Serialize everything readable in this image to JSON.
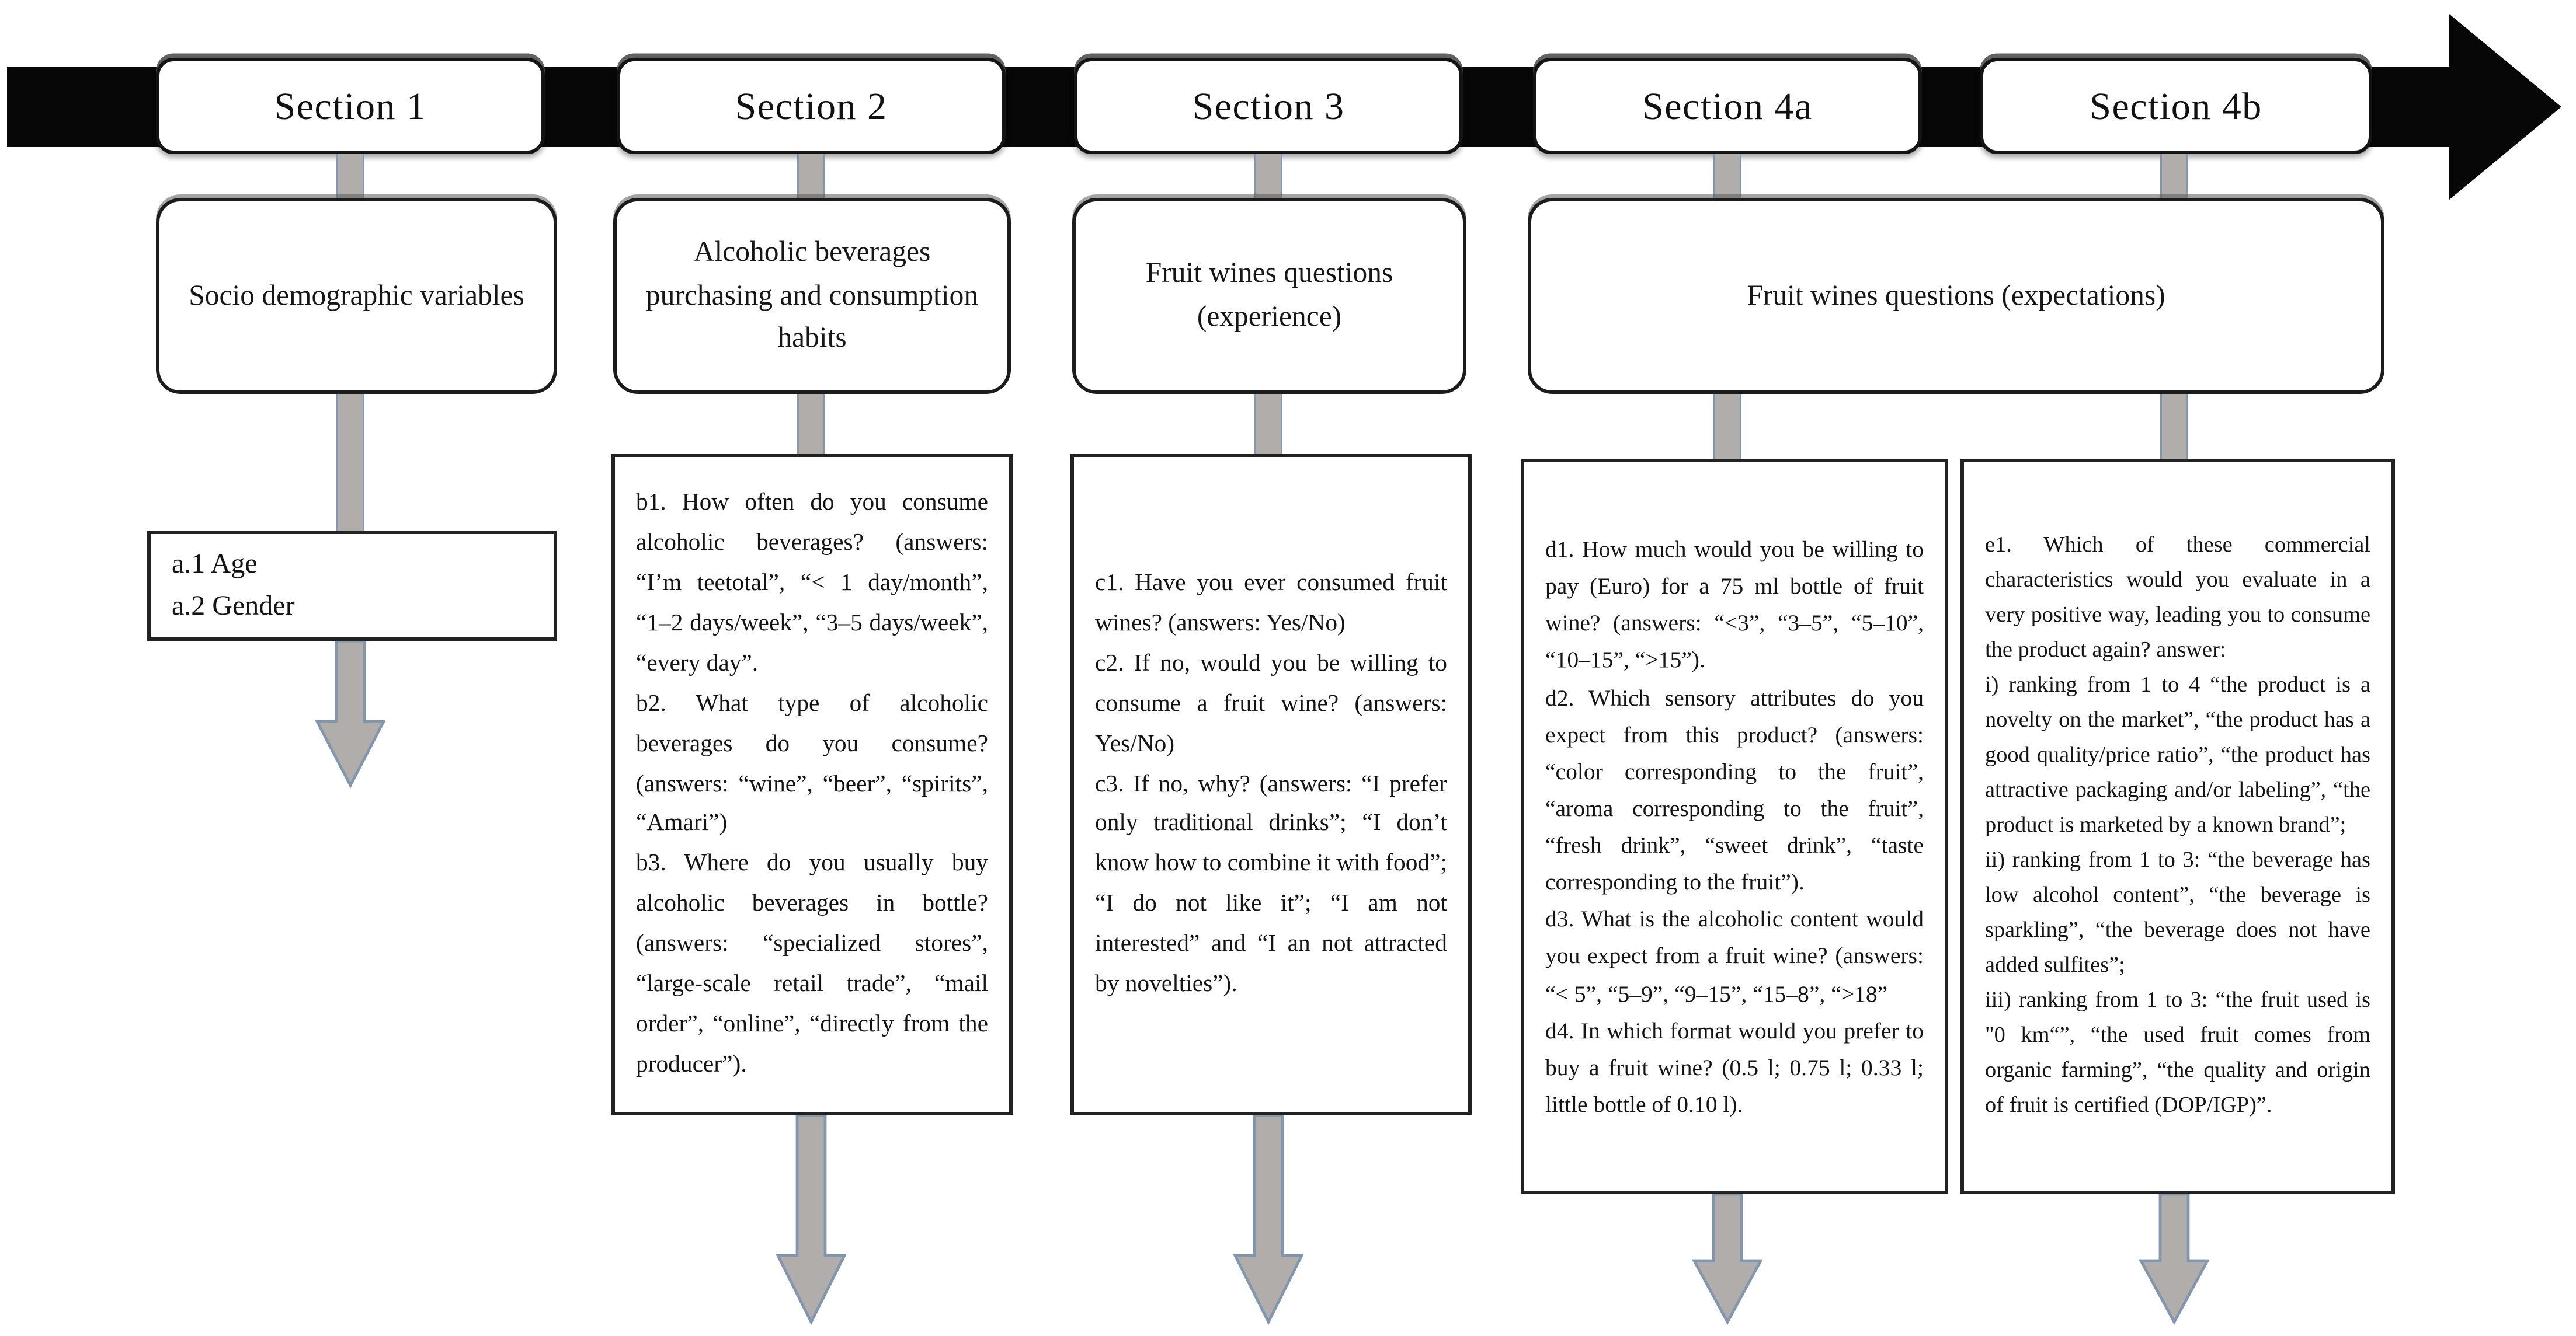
{
  "figure": {
    "type": "questionnaire-flow-diagram",
    "colors": {
      "timeline": "#070707",
      "connector_fill": "#b1adaa",
      "connector_stroke": "#8296ae",
      "box_border": "#1c1c1c",
      "background": "#ffffff"
    },
    "sections": [
      {
        "label": "Section 1"
      },
      {
        "label": "Section 2"
      },
      {
        "label": "Section 3"
      },
      {
        "label": "Section 4a"
      },
      {
        "label": "Section 4b"
      }
    ],
    "categories": [
      {
        "title": "Socio demographic variables"
      },
      {
        "title": "Alcoholic beverages purchasing and consumption habits"
      },
      {
        "title": "Fruit wines questions (experience)"
      },
      {
        "title": "Fruit wines questions (expectations)"
      }
    ],
    "details": {
      "a": {
        "items": [
          "a.1 Age",
          "a.2 Gender"
        ]
      },
      "b": {
        "questions": [
          "b1. How often do you consume alcoholic beverages? (answers: “I’m teetotal”, “< 1 day/month”, “1–2 days/week”, “3–5 days/week”, “every day”.",
          "b2. What type of alcoholic beverages do you consume? (answers: “wine”, “beer”, “spirits”, “Amari”)",
          "b3. Where do you usually buy alcoholic beverages in bottle? (answers: “specialized stores”, “large-scale retail trade”, “mail order”, “online”, “directly from the producer”)."
        ]
      },
      "c": {
        "questions": [
          "c1. Have you ever consumed fruit wines? (answers: Yes/No)",
          "c2. If no, would you be willing to consume a fruit wine? (answers: Yes/No)",
          "c3. If no, why? (answers: “I prefer only traditional drinks”; “I don’t know how to combine it with food”; “I do not like it”; “I am not interested” and “I an not attracted by novelties”)."
        ]
      },
      "d": {
        "questions": [
          "d1. How much would you be willing to pay (Euro) for a 75 ml bottle of fruit wine? (answers: “<3”, “3–5”, “5–10”, “10–15”, “>15”).",
          "d2. Which sensory attributes do you expect from this product? (answers: “color corresponding to the fruit”, “aroma corresponding to the fruit”, “fresh drink”, “sweet drink”, “taste corresponding to the fruit”).",
          "d3. What is the alcoholic content would you expect from a fruit wine? (answers: “< 5”, “5–9”, “9–15”, “15–8”, “>18”",
          "d4. In which format would you prefer to buy a fruit wine? (0.5 l; 0.75 l; 0.33 l; little bottle of 0.10 l)."
        ]
      },
      "e": {
        "questions": [
          "e1. Which of these commercial characteristics would you evaluate in a very positive way, leading you to consume the product again? answer:",
          "i) ranking from 1 to 4 “the product is a novelty on the market”, “the product has a good quality/price ratio”, “the product has attractive packaging and/or labeling”, “the product is marketed by a known brand”;",
          "ii) ranking from 1 to 3: “the beverage has low alcohol content”, “the beverage is sparkling”, “the beverage does not have added sulfites”;",
          "iii) ranking from 1 to 3: “the fruit used is \"0 km“”, “the used fruit comes from organic farming”, “the quality and origin of fruit is certified (DOP/IGP)”."
        ]
      }
    }
  }
}
